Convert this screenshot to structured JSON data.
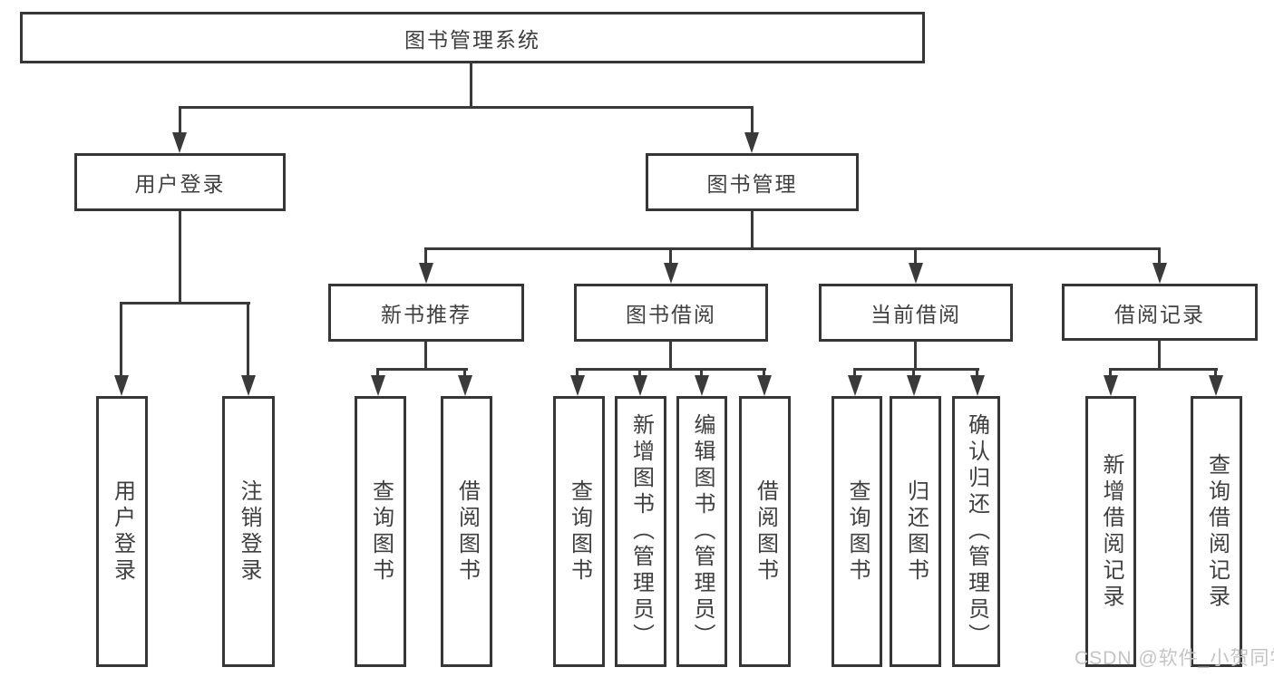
{
  "diagram": {
    "watermark": "CSDN @软件_小贺同学",
    "colors": {
      "line": "#3a3a3a",
      "box_border": "#363636",
      "text": "#3f3f3f",
      "watermark": "#c4c4c4",
      "background": "#ffffff"
    }
  },
  "tree": {
    "root": {
      "label": "图书管理系统"
    },
    "level2": [
      {
        "label": "用户登录"
      },
      {
        "label": "图书管理"
      }
    ],
    "level3": [
      {
        "label": "新书推荐",
        "parent": "图书管理"
      },
      {
        "label": "图书借阅",
        "parent": "图书管理"
      },
      {
        "label": "当前借阅",
        "parent": "图书管理"
      },
      {
        "label": "借阅记录",
        "parent": "图书管理"
      }
    ],
    "leaves": [
      {
        "label": "用户登录",
        "parent": "用户登录"
      },
      {
        "label": "注销登录",
        "parent": "用户登录"
      },
      {
        "label": "查询图书",
        "parent": "新书推荐"
      },
      {
        "label": "借阅图书",
        "parent": "新书推荐"
      },
      {
        "label": "查询图书",
        "parent": "图书借阅"
      },
      {
        "label": "新增图书（管理员）",
        "parent": "图书借阅"
      },
      {
        "label": "编辑图书（管理员）",
        "parent": "图书借阅"
      },
      {
        "label": "借阅图书",
        "parent": "图书借阅"
      },
      {
        "label": "查询图书",
        "parent": "当前借阅"
      },
      {
        "label": "归还图书",
        "parent": "当前借阅"
      },
      {
        "label": "确认归还（管理员）",
        "parent": "当前借阅"
      },
      {
        "label": "新增借阅记录",
        "parent": "借阅记录"
      },
      {
        "label": "查询借阅记录",
        "parent": "借阅记录"
      }
    ]
  }
}
